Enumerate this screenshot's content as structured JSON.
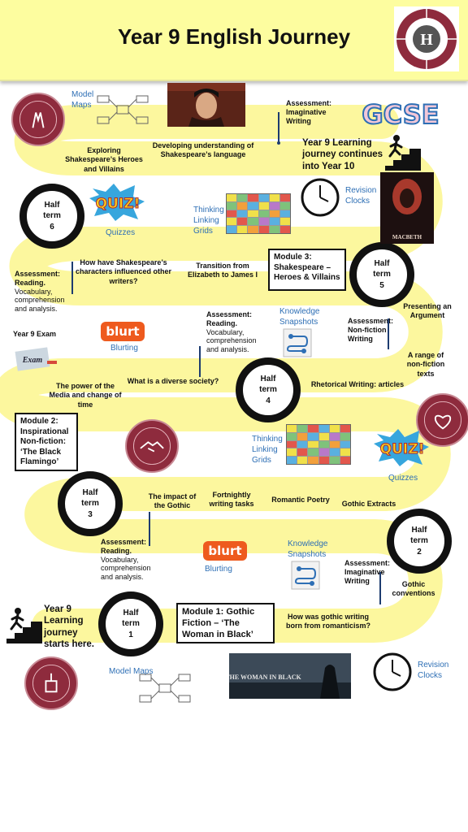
{
  "header": {
    "title": "Year 9 English Journey",
    "logo_icon": "school-crest-icon"
  },
  "colors": {
    "path": "#fcf79e",
    "header_bg": "#fdfd9f",
    "seal": "#8e2b3d",
    "link_blue": "#2e6fb5",
    "term_ring": "#111111"
  },
  "terms": [
    {
      "label": "Half\nterm\n6"
    },
    {
      "label": "Half\nterm\n5"
    },
    {
      "label": "Half\nterm\n4"
    },
    {
      "label": "Half\nterm\n3"
    },
    {
      "label": "Half\nterm\n2"
    },
    {
      "label": "Half\nterm\n1"
    }
  ],
  "modules": {
    "m1": "Module 1: Gothic Fiction – ‘The Woman in Black’",
    "m2": "Module 2: Inspirational Non-fiction: ‘The Black Flamingo’",
    "m3": "Module 3: Shakespeare – Heroes & Villains"
  },
  "journey": {
    "continues": "Year 9 Learning journey continues into Year 10",
    "starts": "Year 9 Learning journey starts here."
  },
  "topics": {
    "exploring": "Exploring Shakespeare’s Heroes and Villains",
    "developing": "Developing understanding of Shakespeare’s language",
    "influenced": "How have Shakespeare’s characters influenced other writers?",
    "transition": "Transition from Elizabeth to James I",
    "presenting": "Presenting an Argument",
    "range": "A range of non-fiction texts",
    "rhetorical": "Rhetorical Writing: articles",
    "diverse": "What is a diverse society?",
    "media": "The power of the Media and change of time",
    "gothic_impact": "The impact of the Gothic",
    "fortnightly": "Fortnightly writing tasks",
    "romantic": "Romantic Poetry",
    "extracts": "Gothic Extracts",
    "conventions": "Gothic conventions",
    "born": "How was gothic writing born from romanticism?",
    "exam": "Year 9 Exam"
  },
  "assessments": {
    "a_top_title": "Assessment:",
    "a_top_body": "Imaginative Writing",
    "a_left_title": "Assessment:",
    "a_left_sub": "Reading.",
    "a_left_body": "Vocabulary, comprehension and analysis.",
    "a_mid_title": "Assessment:",
    "a_mid_sub": "Reading.",
    "a_mid_body": "Vocabulary, comprehension and analysis.",
    "a_nf_title": "Assessment:",
    "a_nf_body": "Non-fiction Writing",
    "a_low_title": "Assessment:",
    "a_low_sub": "Reading.",
    "a_low_body": "Vocabulary, comprehension and analysis.",
    "a_img2_title": "Assessment:",
    "a_img2_body": "Imaginative Writing"
  },
  "resources": {
    "model_maps": "Model Maps",
    "model_maps_2": "Model Maps",
    "quizzes": "Quizzes",
    "quizzes_2": "Quizzes",
    "thinking": "Thinking Linking Grids",
    "thinking_2": "Thinking Linking Grids",
    "revision": "Revision Clocks",
    "revision_2": "Revision Clocks",
    "knowledge": "Knowledge Snapshots",
    "knowledge_2": "Knowledge Snapshots",
    "blurting": "Blurting",
    "blurting_2": "Blurting",
    "blurt_logo": "blurt",
    "blurt_logo_2": "blurt",
    "quiz_word": "QUIZ!",
    "quiz_word_2": "QUIZ!",
    "gcse": "GCSE",
    "macbeth": "MACBETH",
    "woman": "THE WOMAN IN BLACK",
    "exam_tile": "Exam"
  }
}
